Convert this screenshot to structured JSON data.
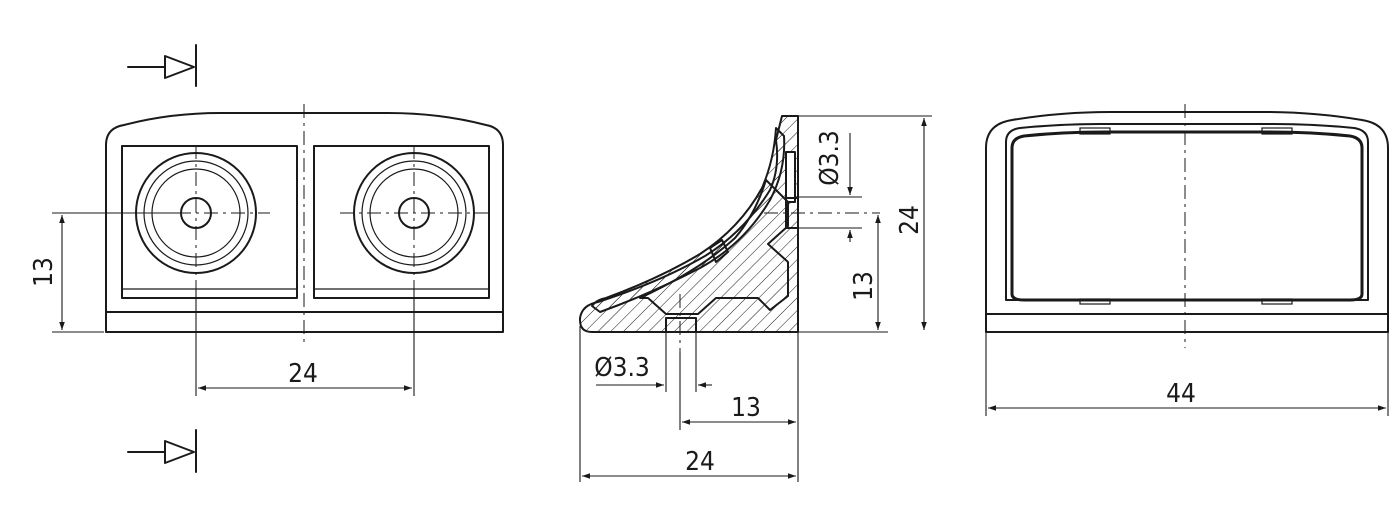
{
  "dimensions": {
    "front_height": "13",
    "front_spacing": "24",
    "side_hole_right": "Ø3.3",
    "side_height_total": "24",
    "side_height_hole": "13",
    "side_hole_bottom": "Ø3.3",
    "side_width_hole": "13",
    "side_width_total": "24",
    "top_width": "44"
  },
  "colors": {
    "ink": "#1a1a1a",
    "paper": "#ffffff"
  }
}
